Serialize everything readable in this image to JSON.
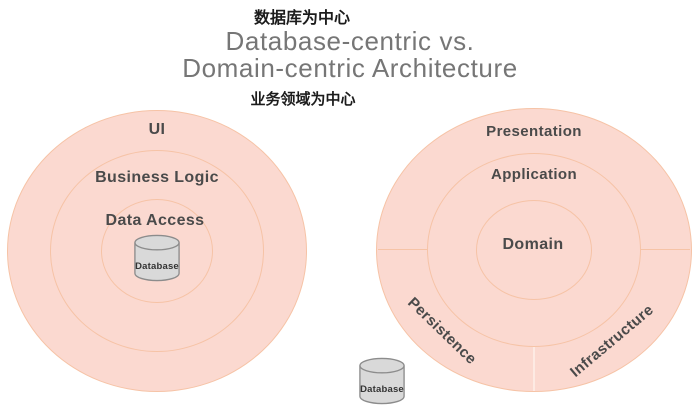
{
  "header": {
    "annotation_top": "数据库为中心",
    "title_line1": "Database-centric vs.",
    "title_line2": "Domain-centric Architecture",
    "annotation_bottom": "业务领域为中心"
  },
  "left_diagram": {
    "name": "Database-centric architecture",
    "rings": [
      {
        "label": "UI"
      },
      {
        "label": "Business Logic"
      },
      {
        "label": "Data Access"
      }
    ],
    "database_label": "Database"
  },
  "right_diagram": {
    "name": "Domain-centric architecture",
    "rings": [
      {
        "label": "Presentation"
      },
      {
        "label": "Application"
      },
      {
        "label": "Domain"
      }
    ],
    "sectors": [
      {
        "label": "Persistence"
      },
      {
        "label": "Infrastructure"
      }
    ],
    "database_label": "Database"
  },
  "colors": {
    "ring_fill": "#fbd9d0",
    "ring_border": "#f6c3a6",
    "divider_light": "#fdeae3",
    "label_text": "#4a4a4a",
    "title_text": "#767676",
    "annotation_text": "#1c1c1c",
    "cylinder_fill": "#d9d9d9",
    "cylinder_border": "#8c8c8c"
  }
}
